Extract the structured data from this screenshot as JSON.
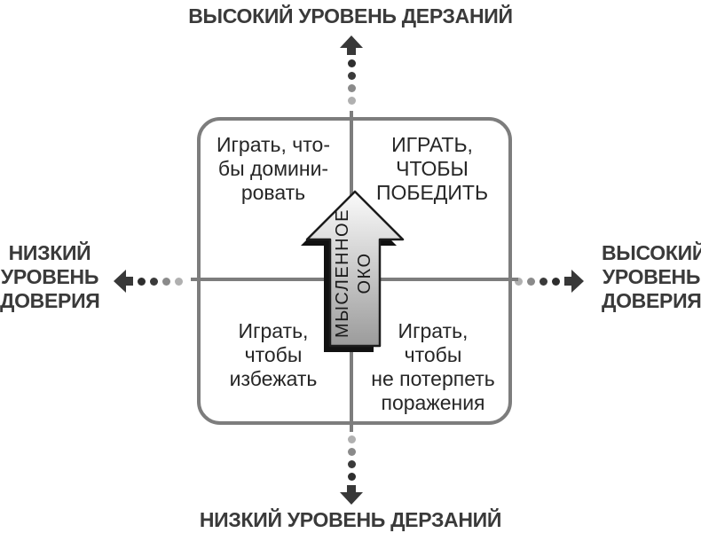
{
  "axes": {
    "top": "ВЫСОКИЙ УРОВЕНЬ ДЕРЗАНИЙ",
    "bottom": "НИЗКИЙ УРОВЕНЬ ДЕРЗАНИЙ",
    "left": "НИЗКИЙ\nУРОВЕНЬ\nДОВЕРИЯ",
    "right": "ВЫСОКИЙ\nУРОВЕНЬ\nДОВЕРИЯ"
  },
  "quadrants": {
    "top_left": "Играть, что-\nбы домини-\nровать",
    "top_right": "ИГРАТЬ,\nЧТОБЫ\nПОБЕДИТЬ",
    "bottom_left": "Играть,\nчтобы\nизбежать",
    "bottom_right": "Играть,\nчтобы\nне потерпеть\nпоражения"
  },
  "center_arrow": {
    "line1": "МЫСЛЕННОЕ",
    "line2": "ОКО"
  },
  "colors": {
    "frame": "#7d7d7d",
    "label_text": "#3a3a3a",
    "quadrant_text": "#262626",
    "dots_box_to_tip": [
      "#b0b0b0",
      "#8a8a8a",
      "#3a3a3a",
      "#2e2e2e"
    ],
    "arrowhead": "#383838",
    "arrow_top": "#fbfbfb",
    "arrow_bottom": "#9b9b9b",
    "arrow_outline": "#1c1c1c",
    "arrow_shadow": "#111111"
  }
}
